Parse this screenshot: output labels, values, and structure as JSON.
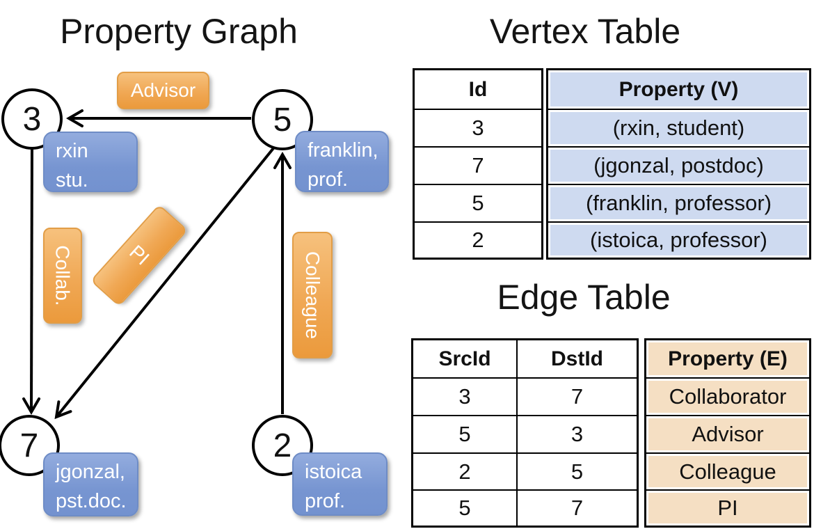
{
  "graph": {
    "title": "Property Graph",
    "nodes": [
      {
        "id": "3",
        "label_lines": [
          "rxin",
          "stu."
        ]
      },
      {
        "id": "5",
        "label_lines": [
          "franklin,",
          "prof."
        ]
      },
      {
        "id": "7",
        "label_lines": [
          "jgonzal,",
          "pst.doc."
        ]
      },
      {
        "id": "2",
        "label_lines": [
          "istoica",
          "prof."
        ]
      }
    ],
    "edges": [
      {
        "label": "Advisor",
        "src": "5",
        "dst": "3"
      },
      {
        "label": "Collab.",
        "src": "3",
        "dst": "7"
      },
      {
        "label": "PI",
        "src": "5",
        "dst": "7"
      },
      {
        "label": "Colleague",
        "src": "2",
        "dst": "5"
      }
    ]
  },
  "vertex_table": {
    "title": "Vertex Table",
    "columns": [
      "Id",
      "Property (V)"
    ],
    "rows": [
      [
        "3",
        "(rxin, student)"
      ],
      [
        "7",
        "(jgonzal, postdoc)"
      ],
      [
        "5",
        "(franklin, professor)"
      ],
      [
        "2",
        "(istoica, professor)"
      ]
    ]
  },
  "edge_table": {
    "title": "Edge Table",
    "columns": [
      "SrcId",
      "DstId",
      "Property (E)"
    ],
    "rows": [
      [
        "3",
        "7",
        "Collaborator"
      ],
      [
        "5",
        "3",
        "Advisor"
      ],
      [
        "2",
        "5",
        "Colleague"
      ],
      [
        "5",
        "7",
        "PI"
      ]
    ]
  },
  "colors": {
    "edge_label_fill_top": "#F6C17D",
    "edge_label_fill_bottom": "#EB9A3C",
    "vertex_label_fill_top": "#93ACDE",
    "vertex_label_fill_bottom": "#7392CF",
    "vertex_cell_bg": "#CEDAF0",
    "edge_cell_bg": "#F5DFC3",
    "line_color": "#000000"
  }
}
